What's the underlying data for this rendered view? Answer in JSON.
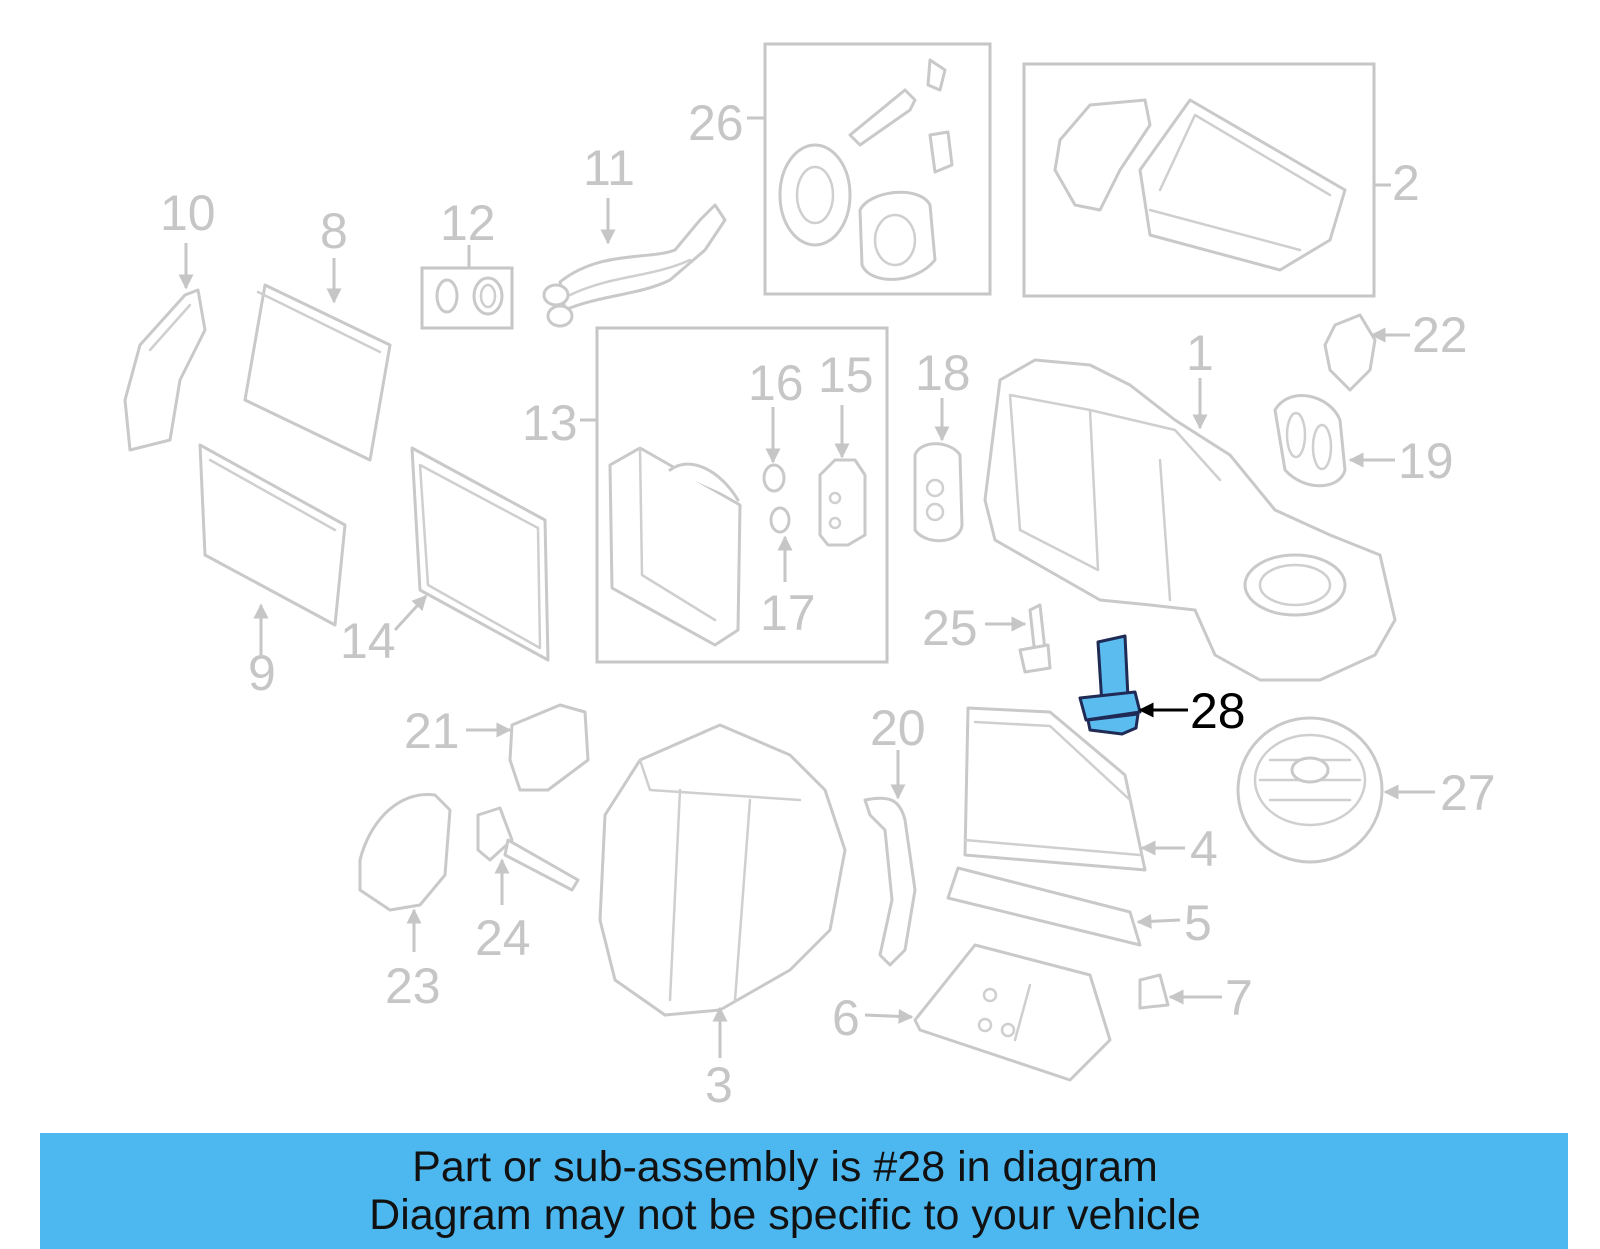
{
  "caption": {
    "line1": "Part or sub-assembly is #28 in diagram",
    "line2": "Diagram may not be specific to your vehicle"
  },
  "highlight": {
    "part_number": "28",
    "color": "#5bbcf0"
  },
  "colors": {
    "banner": "#4db8f0",
    "line_art": "#c6c6c6",
    "highlight_label": "#000000"
  },
  "callouts": {
    "p1": "1",
    "p2": "2",
    "p3": "3",
    "p4": "4",
    "p5": "5",
    "p6": "6",
    "p7": "7",
    "p8": "8",
    "p9": "9",
    "p10": "10",
    "p11": "11",
    "p12": "12",
    "p13": "13",
    "p14": "14",
    "p15": "15",
    "p16": "16",
    "p17": "17",
    "p18": "18",
    "p19": "19",
    "p20": "20",
    "p21": "21",
    "p22": "22",
    "p23": "23",
    "p24": "24",
    "p25": "25",
    "p26": "26",
    "p27": "27",
    "p28": "28"
  }
}
